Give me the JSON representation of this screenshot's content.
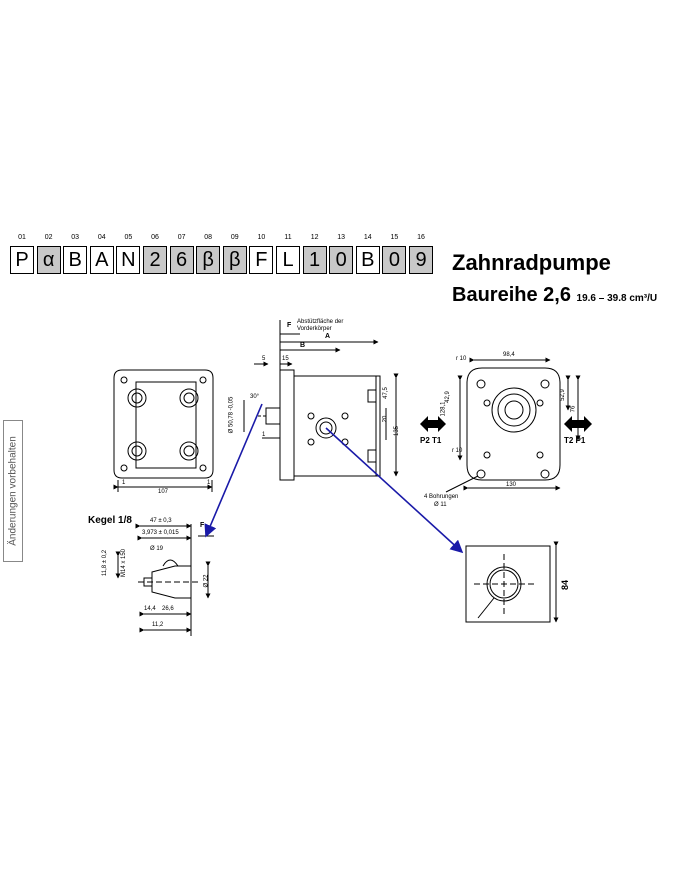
{
  "code": {
    "positions": [
      "01",
      "02",
      "03",
      "04",
      "05",
      "06",
      "07",
      "08",
      "09",
      "10",
      "11",
      "12",
      "13",
      "14",
      "15",
      "16"
    ],
    "chars": [
      {
        "c": "P",
        "grey": false
      },
      {
        "c": "α",
        "grey": true
      },
      {
        "c": "B",
        "grey": false
      },
      {
        "c": "A",
        "grey": false
      },
      {
        "c": "N",
        "grey": false
      },
      {
        "c": "2",
        "grey": true
      },
      {
        "c": "6",
        "grey": true
      },
      {
        "c": "β",
        "grey": true
      },
      {
        "c": "β",
        "grey": true
      },
      {
        "c": "F",
        "grey": false
      },
      {
        "c": "L",
        "grey": false
      },
      {
        "c": "1",
        "grey": true
      },
      {
        "c": "0",
        "grey": true
      },
      {
        "c": "B",
        "grey": false
      },
      {
        "c": "0",
        "grey": true
      },
      {
        "c": "9",
        "grey": true
      }
    ]
  },
  "title": "Zahnradpumpe",
  "subtitle": "Baureihe 2,6",
  "subtitle_range": "19.6 – 39.8 cm³/U",
  "side_note": "Änderungen vorbehalten",
  "labels": {
    "flange_note_1": "Abstützfläche der",
    "flange_note_2": "Vorderkörper",
    "F": "F",
    "A": "A",
    "B": "B",
    "d5": "5",
    "d15": "15",
    "d30deg": "30°",
    "d50": "Ø 50,78 -0,05",
    "d1": "1",
    "d47_5": "47,5",
    "d20": "20",
    "d135": "135",
    "d107": "107",
    "d1b": "1",
    "d1c": "1",
    "r10": "r 10",
    "d98_4": "98,4",
    "d42_9": "42,9",
    "d128_1": "128,1",
    "d52_9": "52,9",
    "d76": "76",
    "r10b": "r 10",
    "d130": "130",
    "bohrungen": "4 Bohrungen",
    "d11": "Ø 11",
    "port_left": "P2 T1",
    "port_right": "T2 P1",
    "kegel": "Kegel 1/8",
    "k47": "47 ± 0,3",
    "k3973": "3,973 ± 0,015",
    "k19": "Ø 19",
    "k11_8": "11,8 ± 0,2",
    "kM14": "M14 x 150",
    "k22": "Ø 22",
    "k14_4": "14,4",
    "k26_6": "26,6",
    "k11_2": "11,2",
    "kF": "F",
    "d84": "84"
  }
}
